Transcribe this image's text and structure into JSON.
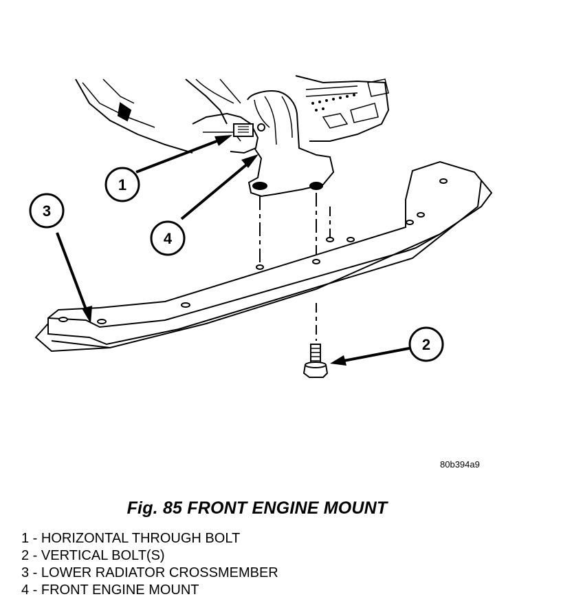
{
  "figure": {
    "code": "80b394a9",
    "caption": "Fig. 85 FRONT ENGINE MOUNT"
  },
  "callouts": [
    {
      "number": "1",
      "label": "1 - HORIZONTAL THROUGH BOLT"
    },
    {
      "number": "2",
      "label": "2 - VERTICAL BOLT(S)"
    },
    {
      "number": "3",
      "label": "3 - LOWER RADIATOR CROSSMEMBER"
    },
    {
      "number": "4",
      "label": "4 - FRONT ENGINE MOUNT"
    }
  ]
}
